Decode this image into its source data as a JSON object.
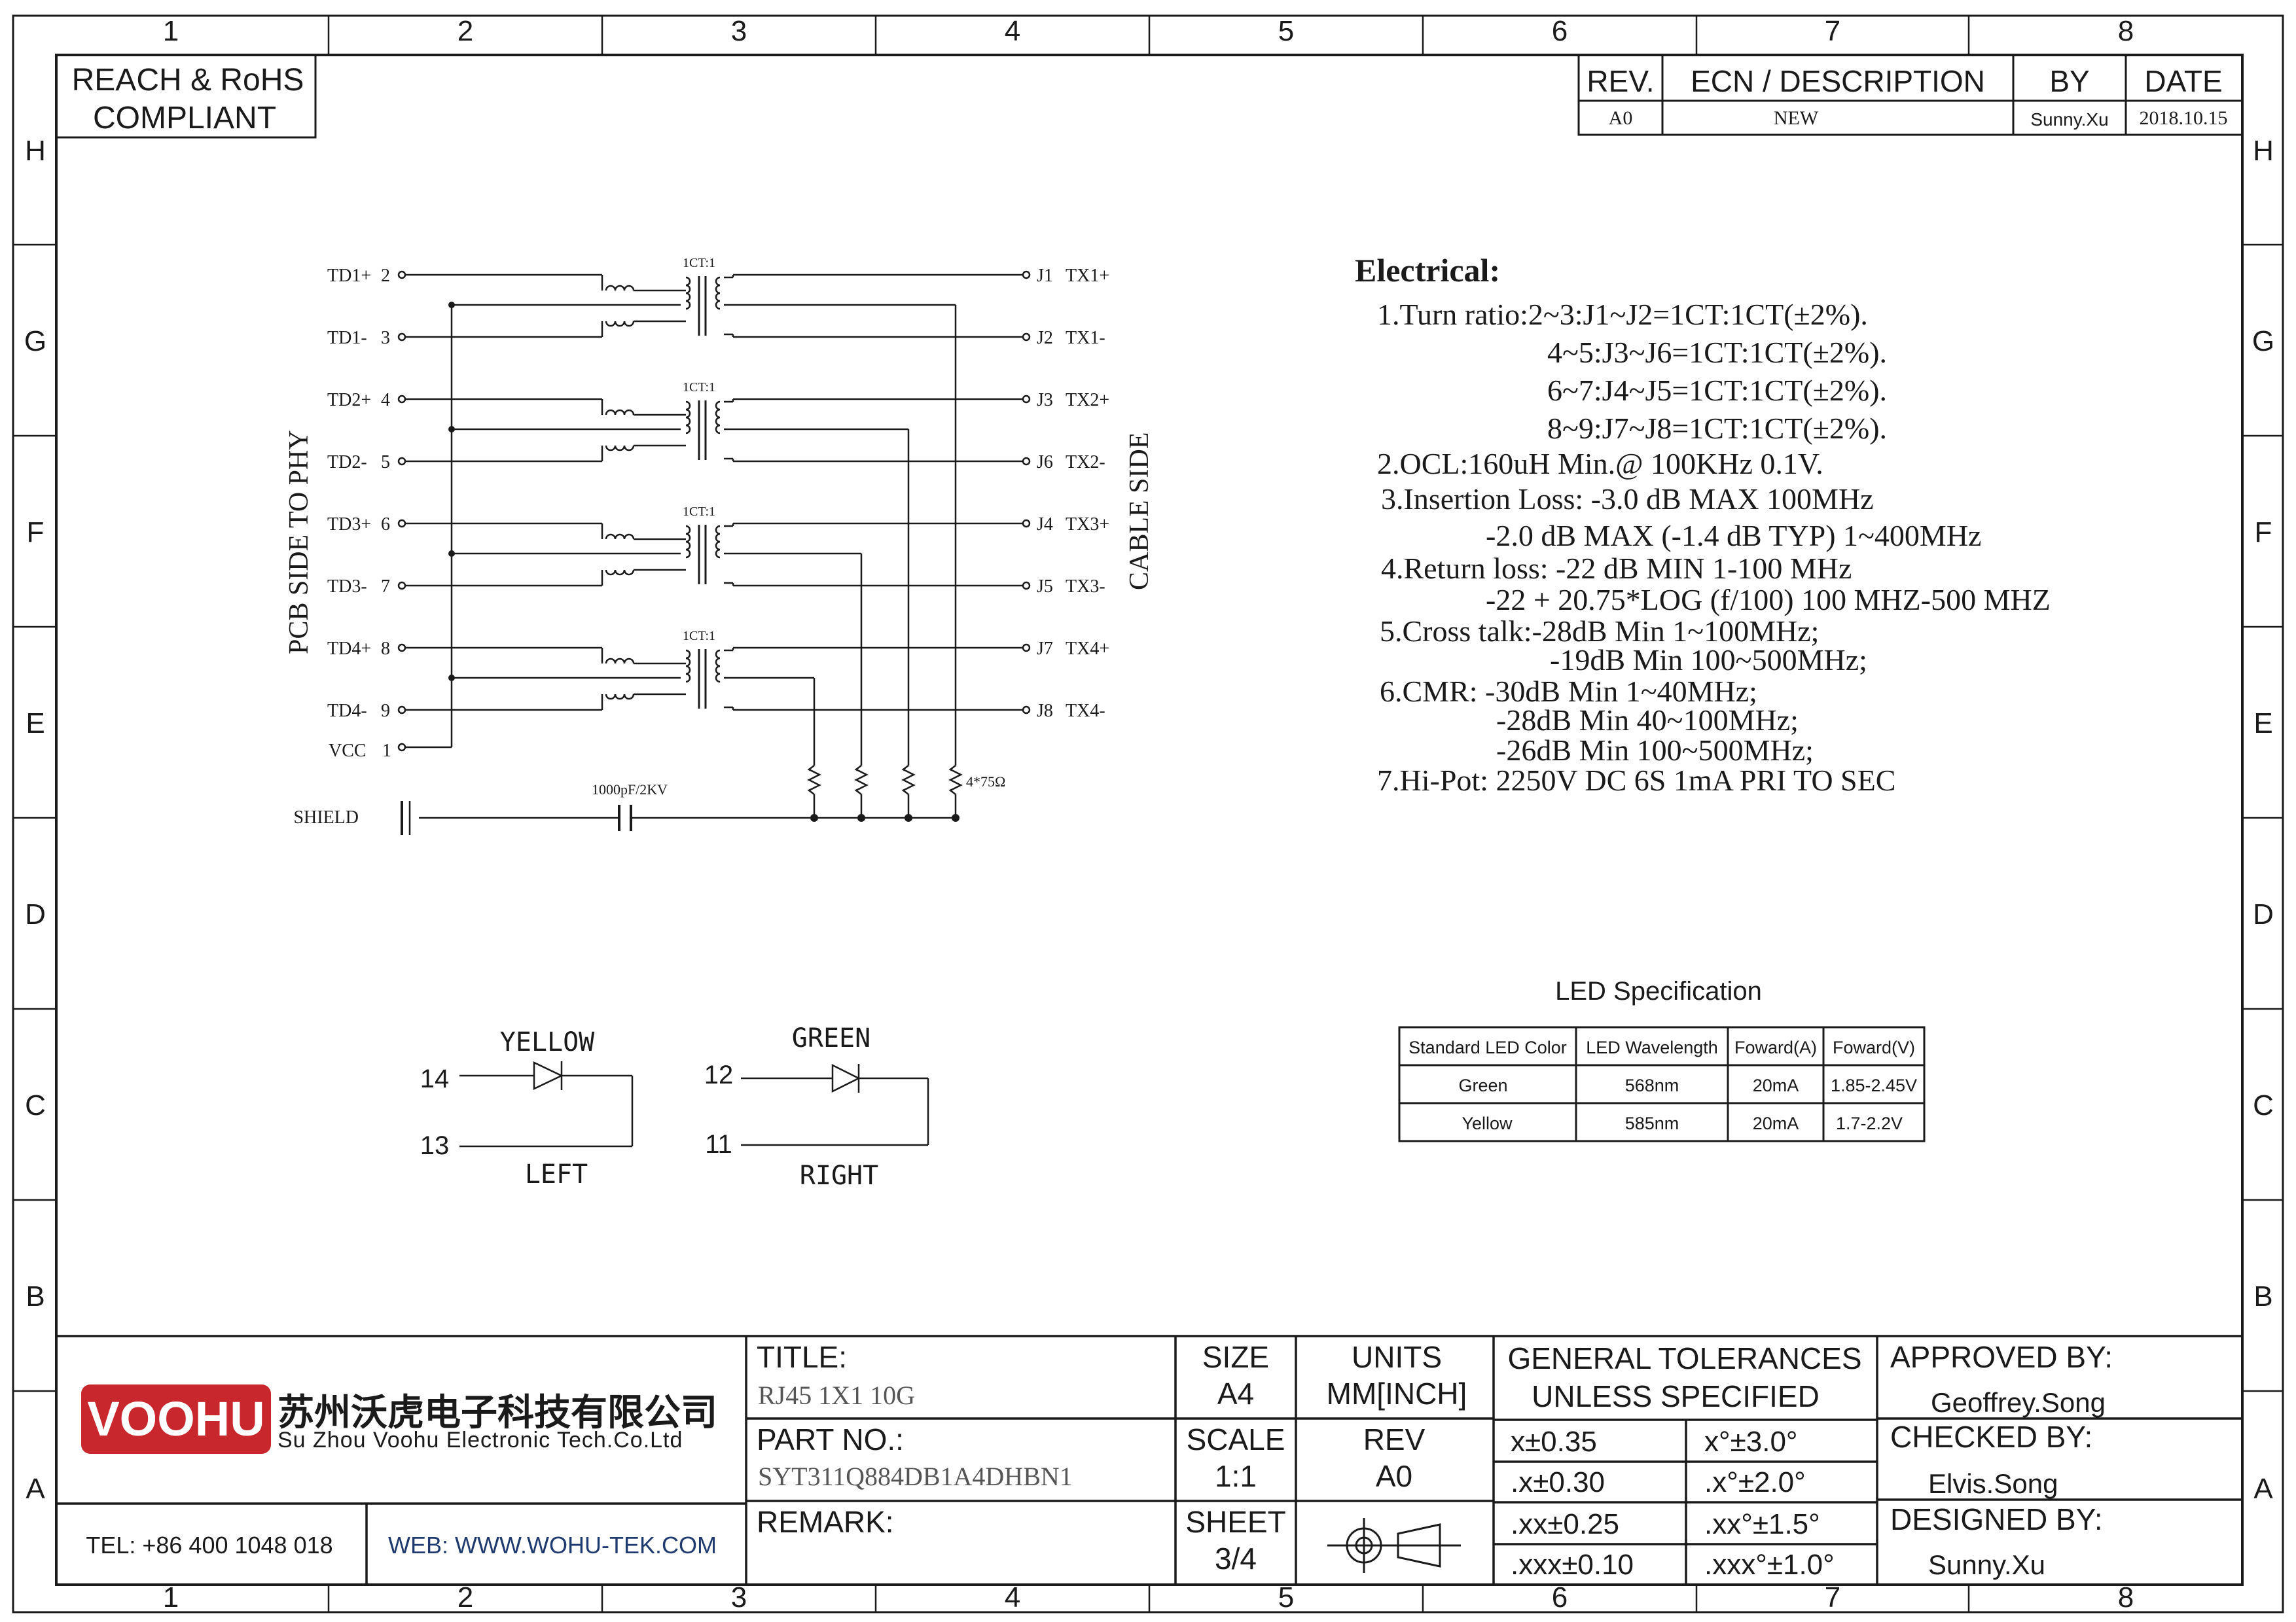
{
  "border": {
    "columns": [
      "1",
      "2",
      "3",
      "4",
      "5",
      "6",
      "7",
      "8"
    ],
    "rows": [
      "H",
      "G",
      "F",
      "E",
      "D",
      "C",
      "B",
      "A"
    ]
  },
  "compliance": {
    "line1": "REACH & RoHS",
    "line2": "COMPLIANT"
  },
  "revision_table": {
    "headers": [
      "REV.",
      "ECN / DESCRIPTION",
      "BY",
      "DATE"
    ],
    "row": [
      "A0",
      "NEW",
      "Sunny.Xu",
      "2018.10.15"
    ]
  },
  "schematic": {
    "side_left": "PCB SIDE TO PHY",
    "side_right": "CABLE SIDE",
    "ratio_label": "1CT:1",
    "left_pins": [
      {
        "name": "TD1+",
        "num": "2"
      },
      {
        "name": "TD1-",
        "num": "3"
      },
      {
        "name": "TD2+",
        "num": "4"
      },
      {
        "name": "TD2-",
        "num": "5"
      },
      {
        "name": "TD3+",
        "num": "6"
      },
      {
        "name": "TD3-",
        "num": "7"
      },
      {
        "name": "TD4+",
        "num": "8"
      },
      {
        "name": "TD4-",
        "num": "9"
      }
    ],
    "vcc": {
      "name": "VCC",
      "num": "1"
    },
    "right_pins": [
      {
        "name": "J1",
        "sig": "TX1+"
      },
      {
        "name": "J2",
        "sig": "TX1-"
      },
      {
        "name": "J3",
        "sig": "TX2+"
      },
      {
        "name": "J6",
        "sig": "TX2-"
      },
      {
        "name": "J4",
        "sig": "TX3+"
      },
      {
        "name": "J5",
        "sig": "TX3-"
      },
      {
        "name": "J7",
        "sig": "TX4+"
      },
      {
        "name": "J8",
        "sig": "TX4-"
      }
    ],
    "shield": "SHIELD",
    "capacitor": "1000pF/2KV",
    "resistors": "4*75Ω"
  },
  "electrical": {
    "title": "Electrical:",
    "lines": [
      "1.Turn ratio:2~3:J1~J2=1CT:1CT(±2%).",
      "4~5:J3~J6=1CT:1CT(±2%).",
      "6~7:J4~J5=1CT:1CT(±2%).",
      "8~9:J7~J8=1CT:1CT(±2%).",
      "2.OCL:160uH Min.@ 100KHz 0.1V.",
      "3.Insertion Loss: -3.0 dB MAX 100MHz",
      "-2.0 dB MAX (-1.4 dB TYP) 1~400MHz",
      "4.Return loss: -22 dB MIN 1-100 MHz",
      "-22 + 20.75*LOG (f/100) 100 MHZ-500 MHZ",
      "5.Cross talk:-28dB Min 1~100MHz;",
      "-19dB Min 100~500MHz;",
      "6.CMR: -30dB Min 1~40MHz;",
      "-28dB Min 40~100MHz;",
      "-26dB Min 100~500MHz;",
      "7.Hi-Pot: 2250V DC  6S 1mA PRI TO SEC"
    ]
  },
  "led_spec": {
    "title": "LED Specification",
    "headers": [
      "Standard LED Color",
      "LED Wavelength",
      "Foward(A)",
      "Foward(V)"
    ],
    "rows": [
      [
        "Green",
        "568nm",
        "20mA",
        "1.85-2.45V"
      ],
      [
        "Yellow",
        "585nm",
        "20mA",
        "1.7-2.2V"
      ]
    ]
  },
  "leds": {
    "left": {
      "color": "YELLOW",
      "pin_a": "14",
      "pin_b": "13",
      "side": "LEFT"
    },
    "right": {
      "color": "GREEN",
      "pin_a": "12",
      "pin_b": "11",
      "side": "RIGHT"
    }
  },
  "title_block": {
    "logo": "VOOHU",
    "company_cn": "苏州沃虎电子科技有限公司",
    "company_en": "Su Zhou Voohu Electronic Tech.Co.Ltd",
    "tel": "TEL: +86 400 1048 018",
    "web": "WEB: WWW.WOHU-TEK.COM",
    "title_label": "TITLE:",
    "title_value": "RJ45 1X1 10G",
    "part_label": "PART NO.:",
    "part_value": "SYT311Q884DB1A4DHBN1",
    "remark_label": "REMARK:",
    "size_label": "SIZE",
    "size_value": "A4",
    "units_label": "UNITS",
    "units_value": "MM[INCH]",
    "scale_label": "SCALE",
    "scale_value": "1:1",
    "rev_label": "REV",
    "rev_value": "A0",
    "sheet_label": "SHEET",
    "sheet_value": "3/4",
    "tol_line1": "GENERAL TOLERANCES",
    "tol_line2": "UNLESS SPECIFIED",
    "tol": [
      [
        "x±0.35",
        "x°±3.0°"
      ],
      [
        ".x±0.30",
        ".x°±2.0°"
      ],
      [
        ".xx±0.25",
        ".xx°±1.5°"
      ],
      [
        ".xxx±0.10",
        ".xxx°±1.0°"
      ]
    ],
    "approved_label": "APPROVED BY:",
    "approved_value": "Geoffrey.Song",
    "checked_label": "CHECKED BY:",
    "checked_value": "Elvis.Song",
    "designed_label": "DESIGNED BY:",
    "designed_value": "Sunny.Xu"
  }
}
